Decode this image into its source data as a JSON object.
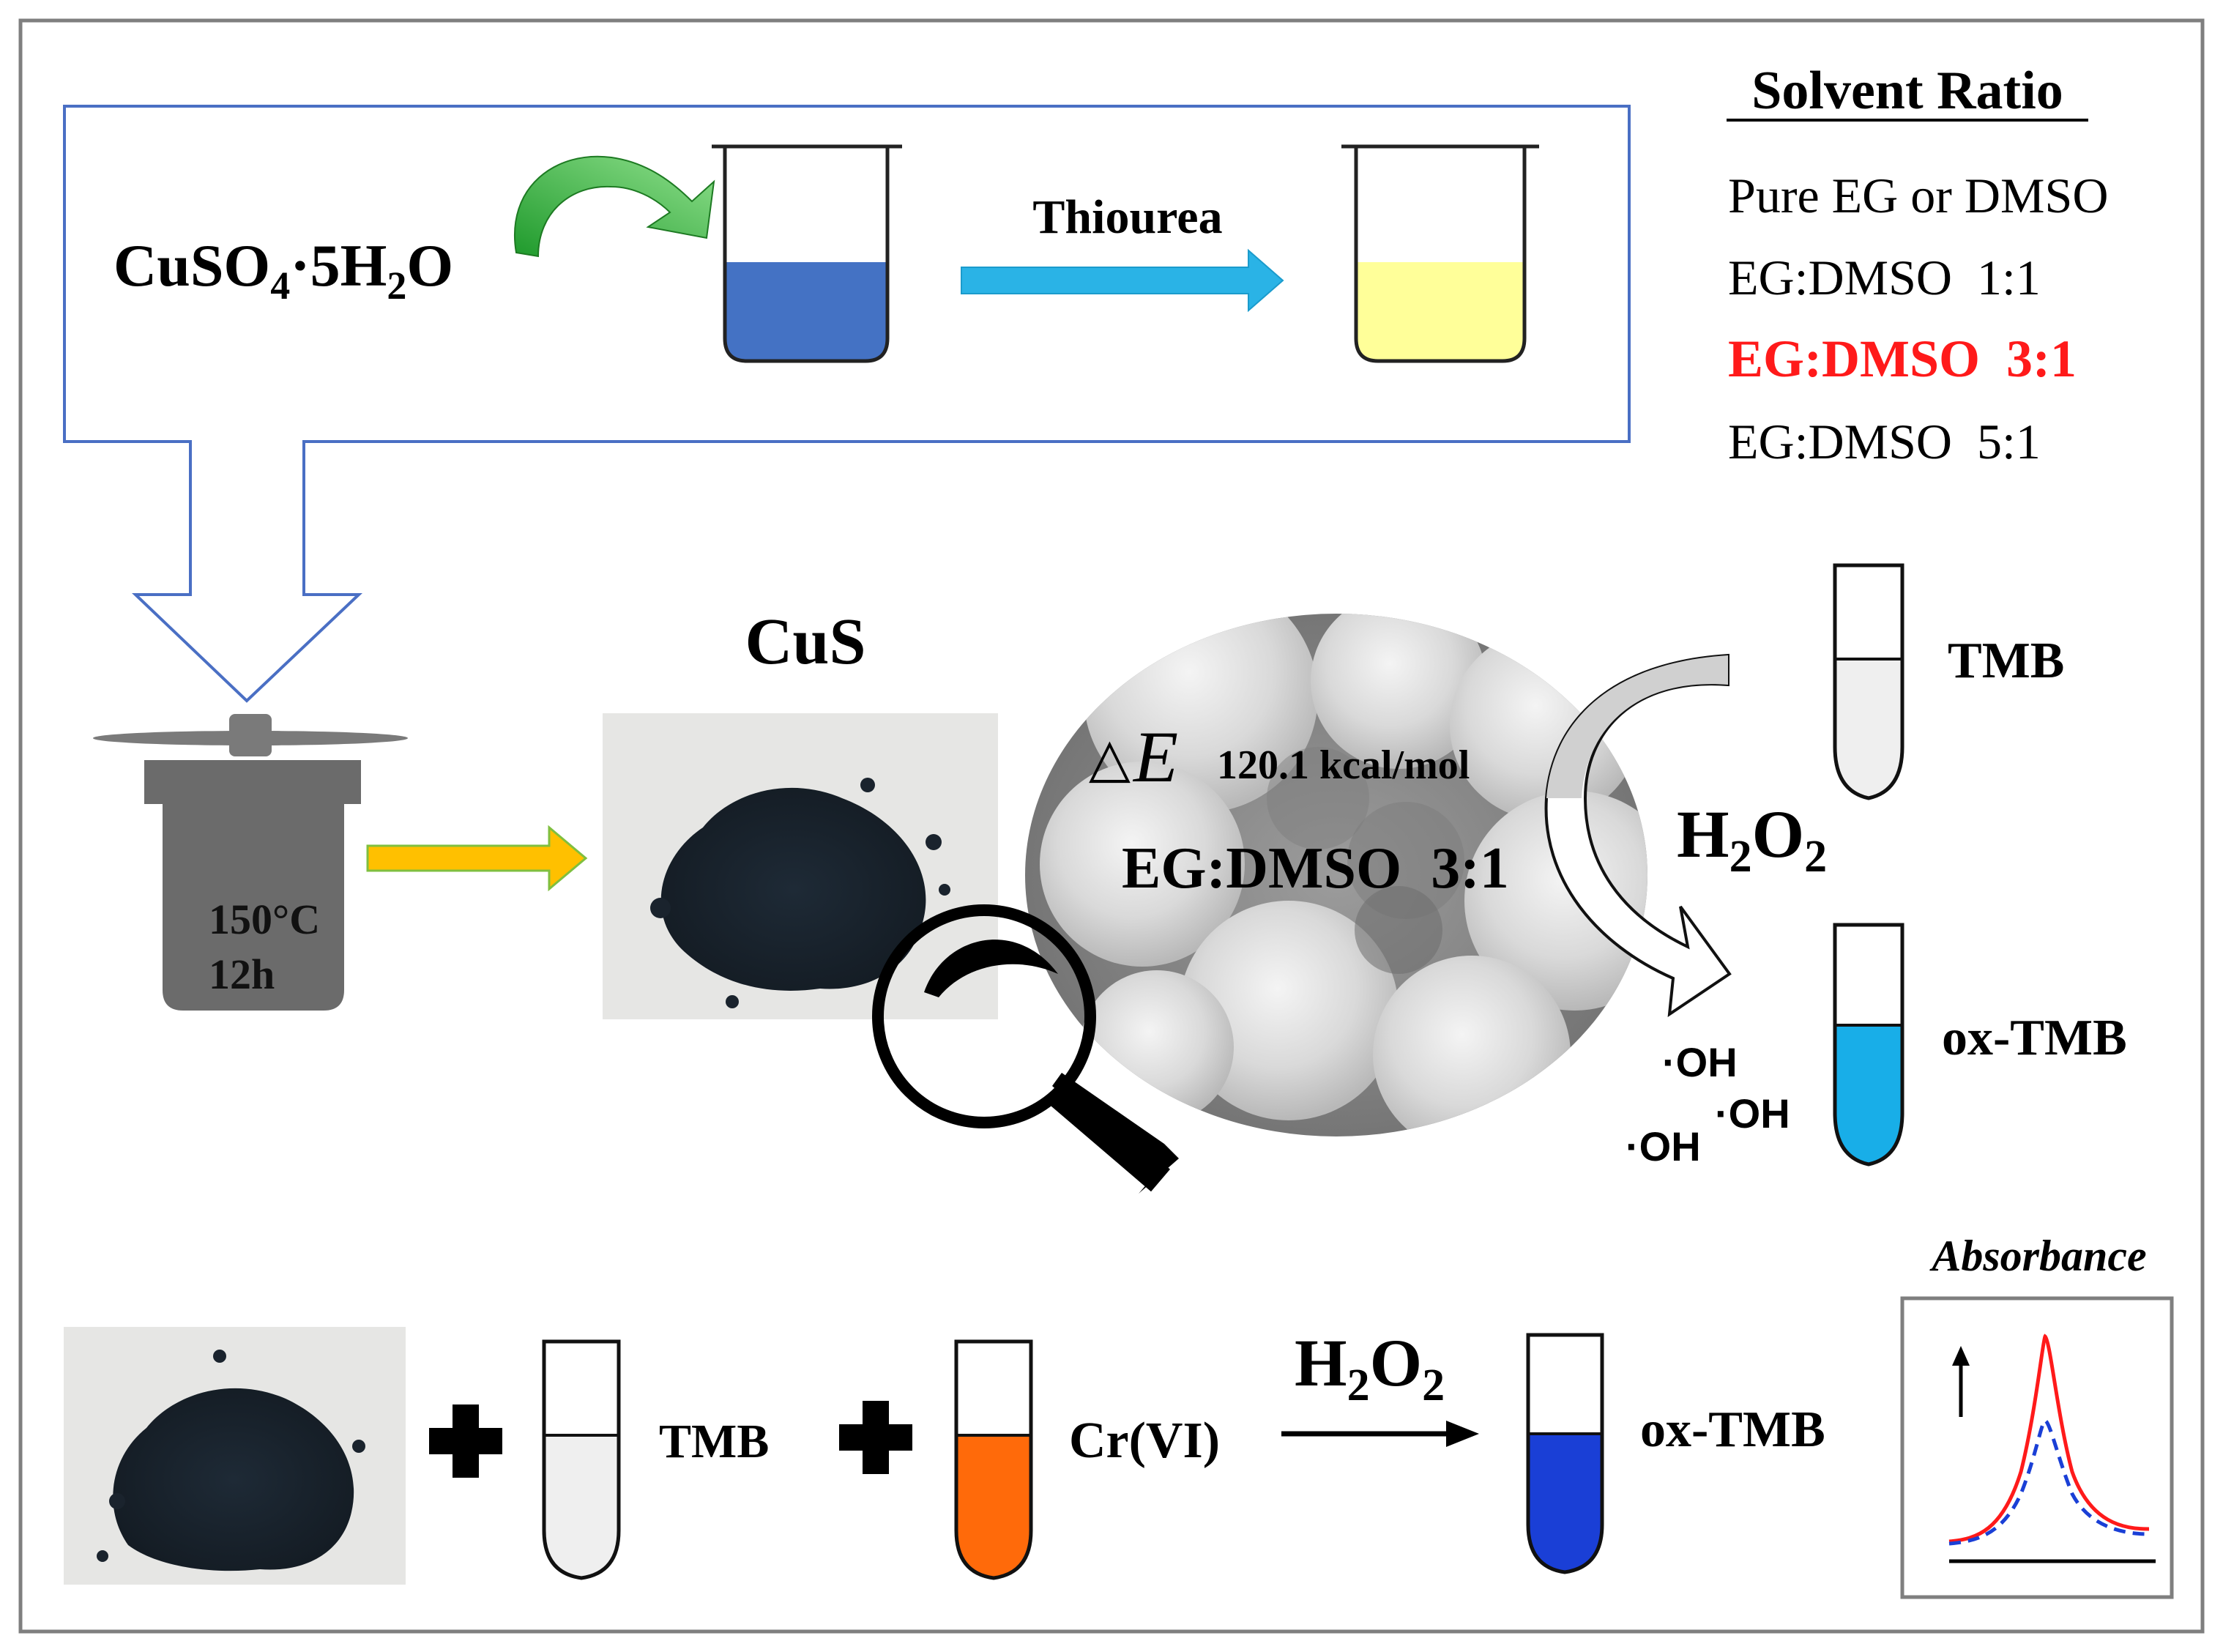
{
  "synthesis": {
    "reagent_main": "CuSO",
    "reagent_sub1": "4",
    "reagent_mid": "·5H",
    "reagent_sub2": "2",
    "reagent_end": "O",
    "additive": "Thiourea"
  },
  "solvent_ratio": {
    "title": "Solvent Ratio",
    "options": [
      "Pure EG or DMSO",
      "EG:DMSO  1:1",
      "EG:DMSO  3:1",
      "EG:DMSO  5:1"
    ],
    "highlight_color": "#ff1a1a"
  },
  "reactor": {
    "temperature": "150°C",
    "time": "12h"
  },
  "product": {
    "label": "CuS"
  },
  "sem": {
    "delta_symbol": "△",
    "energy_symbol": "E",
    "energy_value": "120.1 kcal/mol",
    "condition": "EG:DMSO  3:1"
  },
  "reaction": {
    "substrate": "TMB",
    "oxidant_main": "H",
    "oxidant_sub1": "2",
    "oxidant_mid": "O",
    "oxidant_sub2": "2",
    "product": "ox-TMB",
    "radical_1": "·OH",
    "radical_2": "·OH",
    "radical_3": "·OH"
  },
  "detection": {
    "reagent_1": "TMB",
    "reagent_2": "Cr(VI)",
    "oxidant_main": "H",
    "oxidant_sub1": "2",
    "oxidant_mid": "O",
    "oxidant_sub2": "2",
    "product": "ox-TMB",
    "plot_label": "Absorbance"
  },
  "colors": {
    "blue_solution": "#4472c4",
    "yellow_solution": "#ffff99",
    "cyan_arrow": "#2ab3e6",
    "orange_arrow": "#ffc000",
    "ox_tmb_light": "#18aee8",
    "ox_tmb_dark": "#1a3fd6",
    "cr_vi": "#ff6a0a",
    "reactor": "#6b6b6b",
    "sem_grey": "#8a8a8a"
  }
}
